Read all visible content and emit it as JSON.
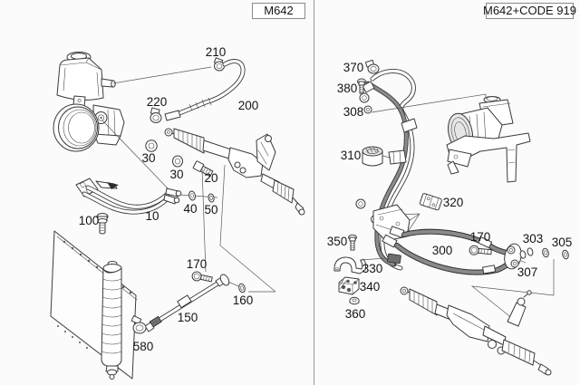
{
  "colors": {
    "background": "#fbfbfb",
    "line": "#3a3a3a"
  },
  "panels": {
    "left": {
      "title": "M642",
      "labels": [
        {
          "text": "210"
        },
        {
          "text": "200"
        },
        {
          "text": "220"
        },
        {
          "text": "30"
        },
        {
          "text": "30"
        },
        {
          "text": "20"
        },
        {
          "text": "100"
        },
        {
          "text": "10"
        },
        {
          "text": "40"
        },
        {
          "text": "50"
        },
        {
          "text": "170"
        },
        {
          "text": "160"
        },
        {
          "text": "150"
        },
        {
          "text": "580"
        }
      ]
    },
    "right": {
      "title": "M642+CODE 919",
      "labels": [
        {
          "text": "370"
        },
        {
          "text": "380"
        },
        {
          "text": "308"
        },
        {
          "text": "310"
        },
        {
          "text": "320"
        },
        {
          "text": "350"
        },
        {
          "text": "330"
        },
        {
          "text": "340"
        },
        {
          "text": "360"
        },
        {
          "text": "300"
        },
        {
          "text": "170"
        },
        {
          "text": "303"
        },
        {
          "text": "305"
        },
        {
          "text": "307"
        }
      ]
    }
  }
}
